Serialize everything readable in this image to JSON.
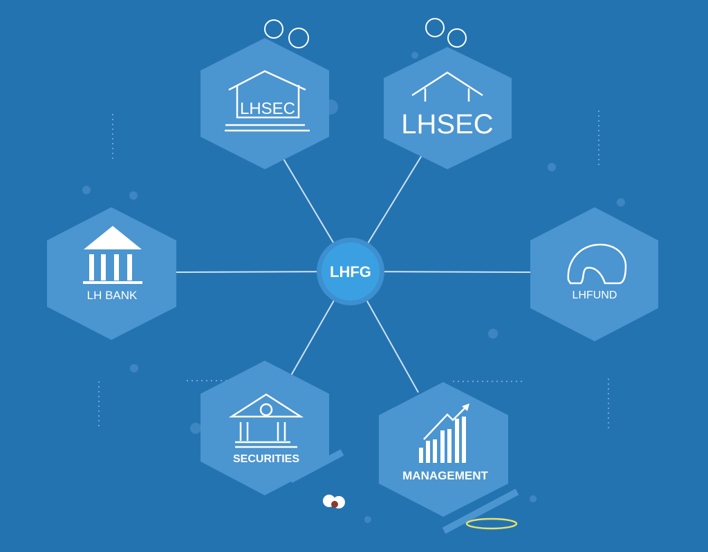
{
  "center": {
    "label": "LHFG"
  },
  "nodes": [
    {
      "id": "lhsec-house",
      "label": "LHSEC",
      "icon": "house-icon"
    },
    {
      "id": "lhsec",
      "label": "LHSEC",
      "icon": "house-roof-icon"
    },
    {
      "id": "bank",
      "label": "LH BANK",
      "icon": "bank-building-icon"
    },
    {
      "id": "fund",
      "label": "LHFUND",
      "icon": "elephant-icon"
    },
    {
      "id": "securities",
      "label": "SECURITIES",
      "icon": "institution-icon"
    },
    {
      "id": "management",
      "label": "MANAGEMENT",
      "icon": "growth-chart-icon"
    }
  ],
  "colors": {
    "background": "#2473b1",
    "hexagon": "#4b95d0",
    "center": "#3a9fe2",
    "line": "#cfe3f5"
  }
}
